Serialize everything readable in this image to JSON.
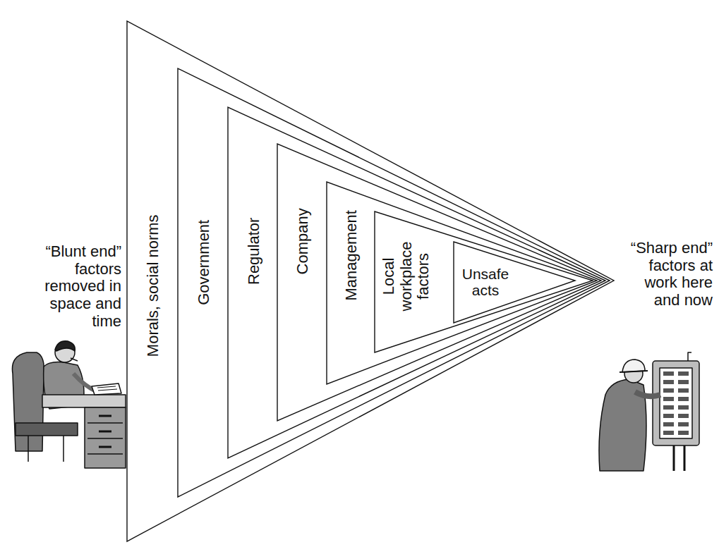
{
  "diagram": {
    "nodes": [
      {
        "text": [
          "Morals, social norms"
        ]
      },
      {
        "text": [
          "Government"
        ],
        "in": 0
      },
      {
        "text": [
          "Regulator"
        ],
        "in": 1
      },
      {
        "text": [
          "Company"
        ],
        "in": 2
      },
      {
        "text": [
          "Management"
        ],
        "in": 3
      },
      {
        "text": [
          "Local workplace factors"
        ],
        "in": 4
      },
      {
        "text": [
          "Unsafe acts"
        ],
        "in": 5
      }
    ],
    "labels": [
      "“Blunt end” factors removed in space and time",
      "“Sharp end” factors at work here and now"
    ]
  }
}
